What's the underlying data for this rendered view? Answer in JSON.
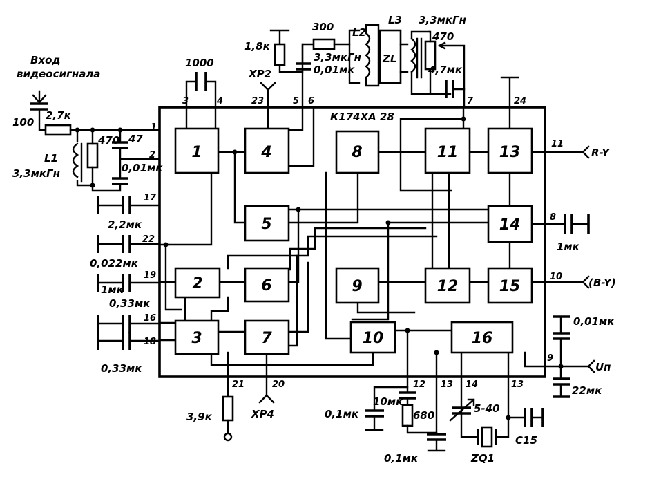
{
  "chip": {
    "name": "К174ХА 28"
  },
  "input": {
    "title_line1": "Вход",
    "title_line2": "видеосигнала"
  },
  "blocks": [
    {
      "id": "b1",
      "label": "1"
    },
    {
      "id": "b2",
      "label": "2"
    },
    {
      "id": "b3",
      "label": "3"
    },
    {
      "id": "b4",
      "label": "4"
    },
    {
      "id": "b5",
      "label": "5"
    },
    {
      "id": "b6",
      "label": "6"
    },
    {
      "id": "b7",
      "label": "7"
    },
    {
      "id": "b8",
      "label": "8"
    },
    {
      "id": "b9",
      "label": "9"
    },
    {
      "id": "b10",
      "label": "10"
    },
    {
      "id": "b11",
      "label": "11"
    },
    {
      "id": "b12",
      "label": "12"
    },
    {
      "id": "b13",
      "label": "13"
    },
    {
      "id": "b14",
      "label": "14"
    },
    {
      "id": "b15",
      "label": "15"
    },
    {
      "id": "b16",
      "label": "16"
    }
  ],
  "pins": {
    "p1": "1",
    "p2": "2",
    "p3": "3",
    "p4": "4",
    "p5": "5",
    "p6": "6",
    "p7": "7",
    "p8": "8",
    "p9": "9",
    "p10": "10",
    "p11": "11",
    "p12": "12",
    "p13a": "13",
    "p13b": "13",
    "p14": "14",
    "p16": "16",
    "p17": "17",
    "p18": "18",
    "p19": "19",
    "p20": "20",
    "p21": "21",
    "p22": "22",
    "p23": "23",
    "p24": "24"
  },
  "components": {
    "c1000": "1000",
    "r300": "300",
    "l2": "L2",
    "l3": "L3",
    "l3val": "3,3мкГн",
    "zl": "ZL",
    "r18k": "1,8к",
    "xp2": "XP2",
    "c33": "3,3мкГн",
    "c001top": "0,01мк",
    "r470top": "470",
    "c47top": "4,7мк",
    "r27k": "2,7к",
    "c100": "100",
    "r470": "470",
    "c47": "47",
    "c001": "0,01мк",
    "l1": "L1",
    "l1val": "3,3мкГн",
    "c22": "2,2мк",
    "c0022": "0,022мк",
    "c1mk": "1мк",
    "c033a": "0,33мк",
    "c033b": "0,33мк",
    "r39k": "3,9к",
    "xp4": "XP4",
    "c01left": "0,1мк",
    "c10": "10мк",
    "r680": "680",
    "c01bot": "0,1мк",
    "c540": "5-40",
    "zq1": "ZQ1",
    "c15": "C15",
    "c1out": "1мк",
    "c001right": "0,01мк",
    "c22right": "22мк",
    "ry": "R-Y",
    "by": "(B-Y)",
    "up": "Uп"
  }
}
